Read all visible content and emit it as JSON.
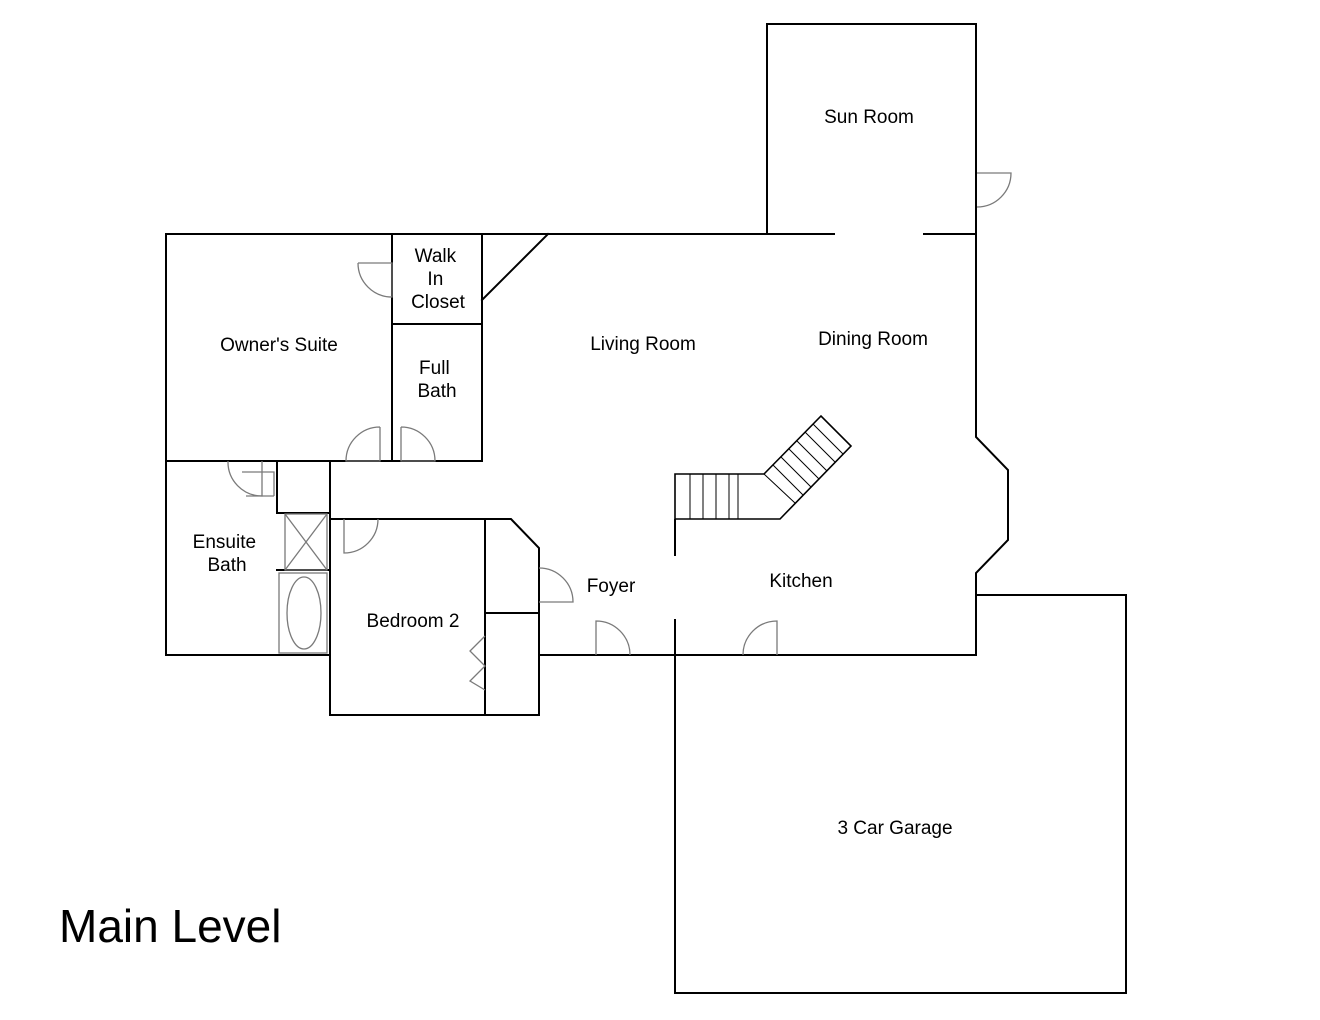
{
  "level_title": "Main Level",
  "rooms": {
    "sun_room": "Sun Room",
    "walk_in_closet": [
      "Walk",
      "In",
      "Closet"
    ],
    "owners_suite": "Owner's Suite",
    "living_room": "Living Room",
    "dining_room": "Dining Room",
    "full_bath": [
      "Full",
      "Bath"
    ],
    "ensuite_bath": [
      "Ensuite",
      "Bath"
    ],
    "bedroom_2": "Bedroom 2",
    "foyer": "Foyer",
    "kitchen": "Kitchen",
    "garage": "3 Car Garage"
  }
}
